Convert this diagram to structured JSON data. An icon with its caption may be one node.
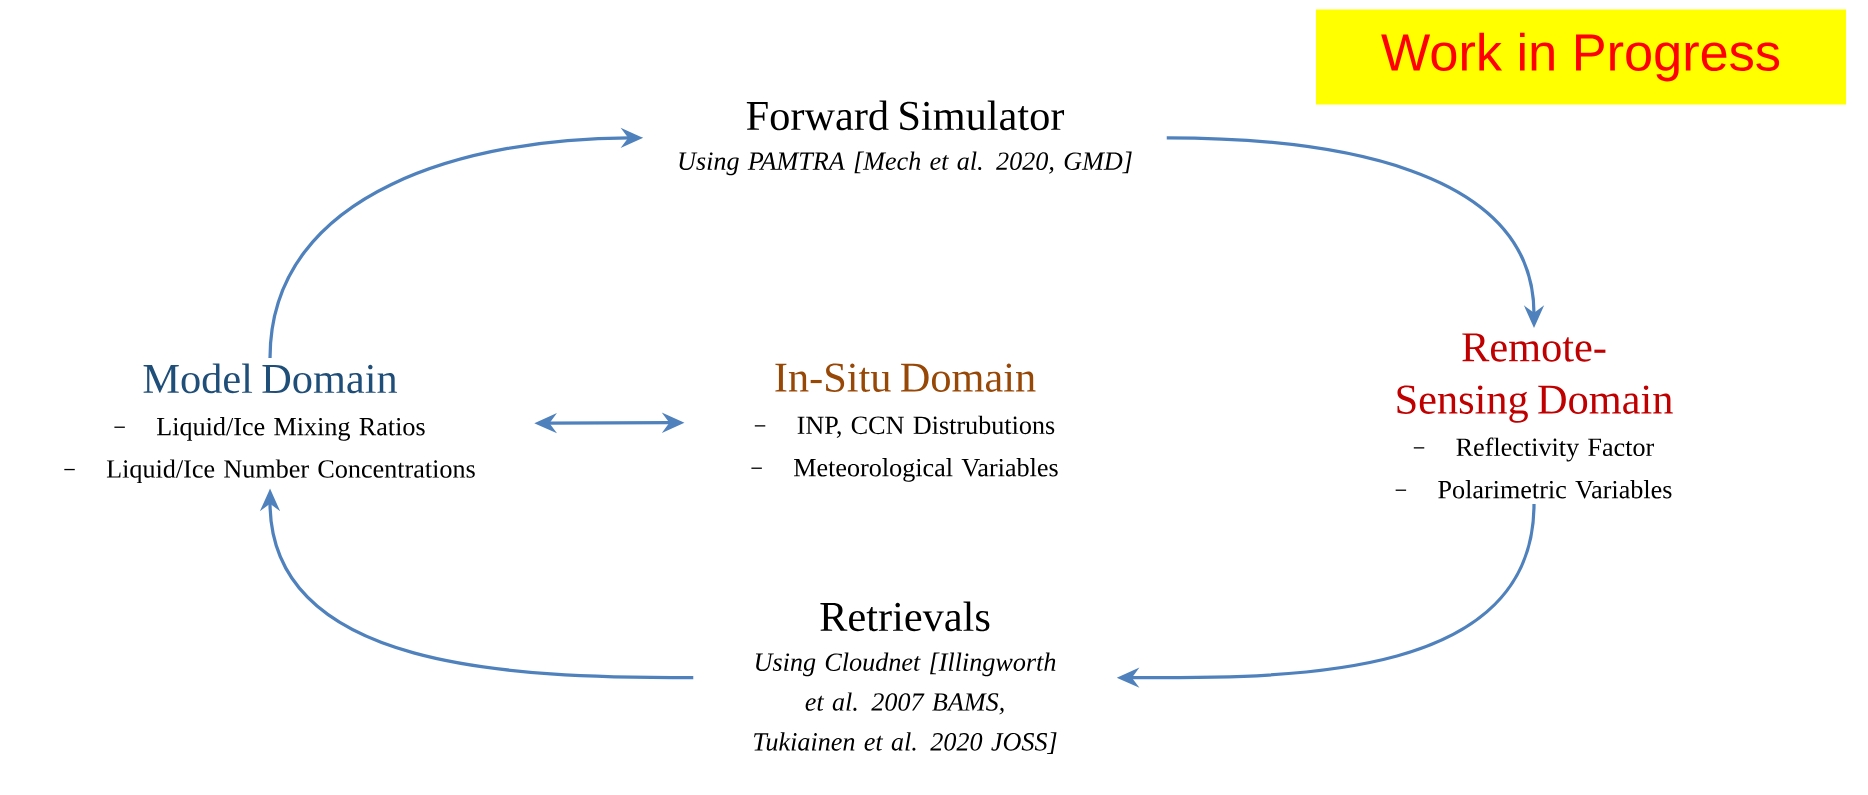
{
  "diagram": {
    "nodes": [
      {
        "text": [
          "Forward Simulator",
          "Using PAMTRA [Mech et al. 2020, GMD]"
        ]
      },
      {
        "text": [
          "Work in Progress"
        ]
      },
      {
        "text": [
          "Model Domain",
          "Liquid/Ice Mixing Ratios",
          "Liquid/Ice Number Concentrations"
        ]
      },
      {
        "text": [
          "In-Situ Domain",
          "INP, CCN Distrubutions",
          "Meteorological Variables"
        ]
      },
      {
        "text": [
          "Remote-Sensing Domain",
          "Reflectivity Factor",
          "Polarimetric Variables"
        ]
      },
      {
        "text": [
          "Retrievals",
          "Using Cloudnet [Illingworth et al. 2007 BAMS, Tukiainen et al. 2020 JOSS]"
        ]
      }
    ],
    "edges": [
      {
        "from": 2,
        "to": 0,
        "arrow": "to"
      },
      {
        "from": 0,
        "to": 4,
        "arrow": "to"
      },
      {
        "from": 4,
        "to": 5,
        "arrow": "to"
      },
      {
        "from": 5,
        "to": 2,
        "arrow": "to"
      },
      {
        "from": 2,
        "to": 3,
        "arrow": "both"
      }
    ]
  }
}
